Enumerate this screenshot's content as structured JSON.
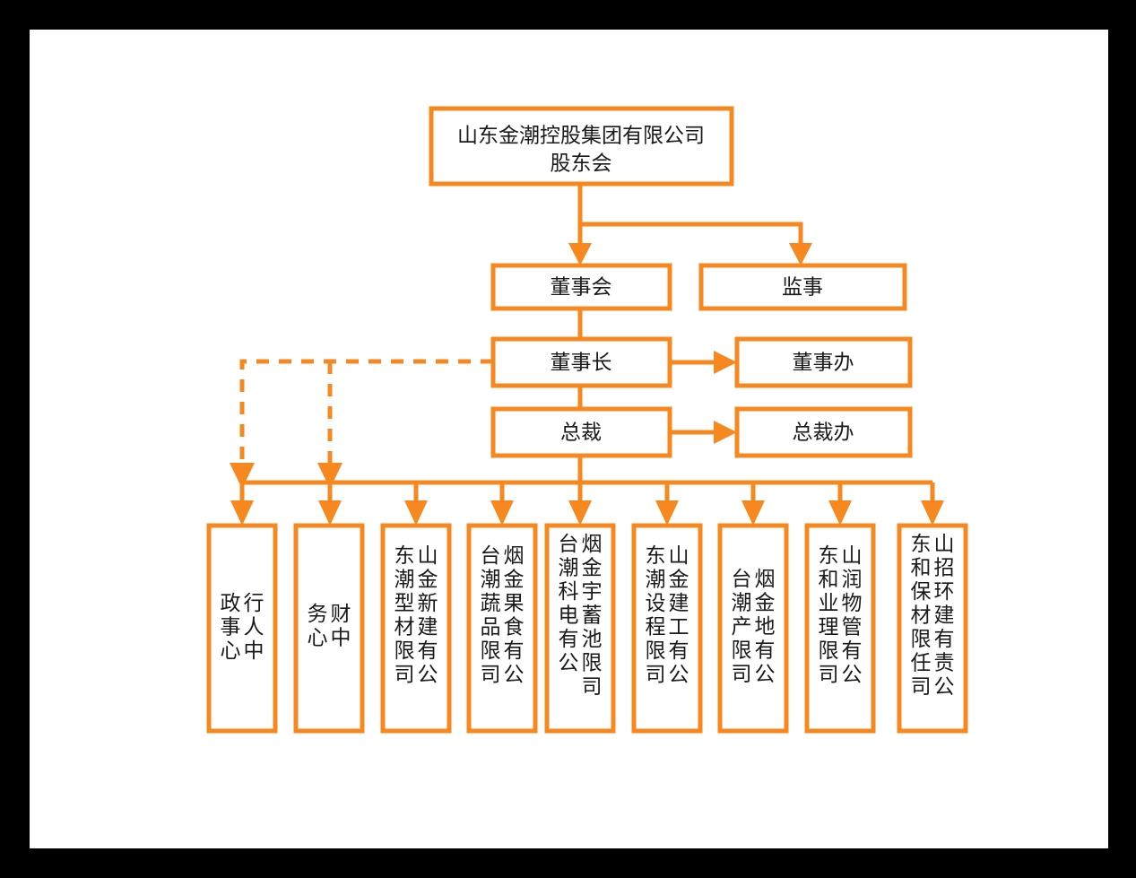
{
  "meta": {
    "title": "山东金潮控股集团有限公司组织架构图",
    "accent_color": "#F7881F",
    "background_color": "#000000",
    "paper_color": "#FFFFFF",
    "text_color": "#1A1A1A"
  },
  "chart_data": {
    "type": "diagram",
    "diagram_type": "organization-chart",
    "orientation": "top-down",
    "nodes": [
      {
        "id": "shareholders",
        "label": "山东金潮控股集团有限公司\n股东会",
        "line1": "山东金潮控股集团有限公司",
        "line2": "股东会",
        "level": 0,
        "orientation": "horizontal"
      },
      {
        "id": "board",
        "label": "董事会",
        "level": 1,
        "orientation": "horizontal"
      },
      {
        "id": "supervisor",
        "label": "监事",
        "level": 1,
        "orientation": "horizontal"
      },
      {
        "id": "chairman",
        "label": "董事长",
        "level": 2,
        "orientation": "horizontal"
      },
      {
        "id": "chairman-office",
        "label": "董事办",
        "level": 2,
        "orientation": "horizontal"
      },
      {
        "id": "president",
        "label": "总裁",
        "level": 3,
        "orientation": "horizontal"
      },
      {
        "id": "president-office",
        "label": "总裁办",
        "level": 3,
        "orientation": "horizontal"
      }
    ],
    "subsidiaries": [
      {
        "id": "admin-hr",
        "label": "行政人事中心",
        "columns": [
          "行人中",
          "政事心"
        ],
        "link": "dashed"
      },
      {
        "id": "finance",
        "label": "财务中心",
        "columns": [
          "财中",
          "务心"
        ],
        "link": "dashed"
      },
      {
        "id": "newmaterial",
        "label": "山东金潮新型建材有限公司",
        "columns": [
          "山金新建有公",
          "东潮型材限司"
        ],
        "link": "solid"
      },
      {
        "id": "foodfruit",
        "label": "烟台金潮果蔬食品有限公司",
        "columns": [
          "烟金果食有公",
          "台潮蔬品限司"
        ],
        "link": "solid"
      },
      {
        "id": "battery",
        "label": "烟台金潮宇科蓄电池有限公司",
        "columns": [
          "烟金宇蓄池限司",
          "台潮科电有公"
        ],
        "link": "solid"
      },
      {
        "id": "construction",
        "label": "山东金潮建设工程有限公司",
        "columns": [
          "山金建工有公",
          "东潮设程限司"
        ],
        "link": "solid"
      },
      {
        "id": "realestate",
        "label": "烟台金潮地产有限公司",
        "columns": [
          "烟金地有公",
          "台潮产限司"
        ],
        "link": "solid"
      },
      {
        "id": "property",
        "label": "山东润和物业管理有限公司",
        "columns": [
          "山润物管有公",
          "东和业理限司"
        ],
        "link": "solid"
      },
      {
        "id": "envmaterial",
        "label": "山东招和环保建材有限责任公司",
        "columns": [
          "山招环建有责公",
          "东和保材限任司"
        ],
        "link": "solid"
      }
    ],
    "edges": [
      {
        "from": "shareholders",
        "to": "board",
        "style": "solid",
        "arrow": true
      },
      {
        "from": "shareholders",
        "to": "supervisor",
        "style": "solid",
        "arrow": true
      },
      {
        "from": "board",
        "to": "chairman",
        "style": "solid",
        "arrow": false
      },
      {
        "from": "chairman",
        "to": "chairman-office",
        "style": "solid",
        "arrow": true
      },
      {
        "from": "chairman",
        "to": "president",
        "style": "solid",
        "arrow": false
      },
      {
        "from": "president",
        "to": "president-office",
        "style": "solid",
        "arrow": true
      },
      {
        "from": "chairman",
        "to": "admin-hr",
        "style": "dashed",
        "arrow": true
      },
      {
        "from": "chairman",
        "to": "finance",
        "style": "dashed",
        "arrow": true
      },
      {
        "from": "president",
        "to": "admin-hr",
        "style": "solid",
        "arrow": true
      },
      {
        "from": "president",
        "to": "finance",
        "style": "solid",
        "arrow": true
      },
      {
        "from": "president",
        "to": "newmaterial",
        "style": "solid",
        "arrow": true
      },
      {
        "from": "president",
        "to": "foodfruit",
        "style": "solid",
        "arrow": true
      },
      {
        "from": "president",
        "to": "battery",
        "style": "solid",
        "arrow": true
      },
      {
        "from": "president",
        "to": "construction",
        "style": "solid",
        "arrow": true
      },
      {
        "from": "president",
        "to": "realestate",
        "style": "solid",
        "arrow": true
      },
      {
        "from": "president",
        "to": "property",
        "style": "solid",
        "arrow": true
      },
      {
        "from": "president",
        "to": "envmaterial",
        "style": "solid",
        "arrow": true
      }
    ]
  }
}
